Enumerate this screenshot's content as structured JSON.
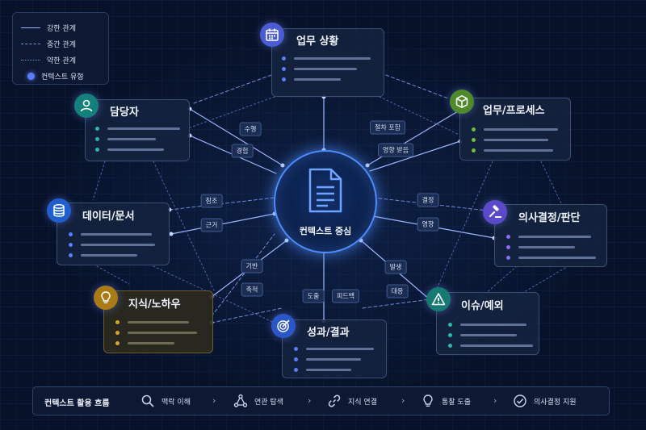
{
  "legend": {
    "strong": "강한 관계",
    "medium": "중간 관계",
    "weak": "약한 관계",
    "context_type": "컨텍스트 유형"
  },
  "center": {
    "label": "컨텍스트 중심"
  },
  "nodes": {
    "work_situation": {
      "title": "업무 상황",
      "icon": "calendar-icon",
      "color": "#4b5bd6"
    },
    "owner": {
      "title": "담당자",
      "icon": "person-icon",
      "color": "#14807c"
    },
    "process": {
      "title": "업무/프로세스",
      "icon": "cube-icon",
      "color": "#4f8a2a"
    },
    "data_docs": {
      "title": "데이터/문서",
      "icon": "database-icon",
      "color": "#1f5fd0"
    },
    "decision": {
      "title": "의사결정/판단",
      "icon": "gavel-icon",
      "color": "#5a49c9"
    },
    "knowhow": {
      "title": "지식/노하우",
      "icon": "lightbulb-icon",
      "color": "#a87b16"
    },
    "outcome": {
      "title": "성과/결과",
      "icon": "target-icon",
      "color": "#2a56c8"
    },
    "issue": {
      "title": "이슈/예외",
      "icon": "warning-icon",
      "color": "#177a72"
    }
  },
  "relations": {
    "perform": "수행",
    "experience": "경험",
    "includes_procedure": "절차 포함",
    "influenced": "영향 받음",
    "reference": "참조",
    "basis": "근거",
    "decision": "결정",
    "influence": "영향",
    "foundation": "기반",
    "accumulate": "축적",
    "derive": "도출",
    "feedback": "피드백",
    "occur": "발생",
    "respond": "대응"
  },
  "footer": {
    "title": "컨텍스트 활용 흐름",
    "steps": [
      {
        "label": "맥락 이해",
        "icon": "search-icon"
      },
      {
        "label": "연관 탐색",
        "icon": "network-icon"
      },
      {
        "label": "지식 연결",
        "icon": "link-icon"
      },
      {
        "label": "통찰 도출",
        "icon": "lightbulb-icon"
      },
      {
        "label": "의사결정 지원",
        "icon": "check-circle-icon"
      }
    ]
  },
  "colors": {
    "accent": "#4f8cff",
    "bullet_blue": "#5b7cff",
    "bullet_teal": "#2fb5a8",
    "bullet_green": "#6fbf3a",
    "bullet_purple": "#8a6cf0",
    "bullet_gold": "#d9a52a"
  }
}
